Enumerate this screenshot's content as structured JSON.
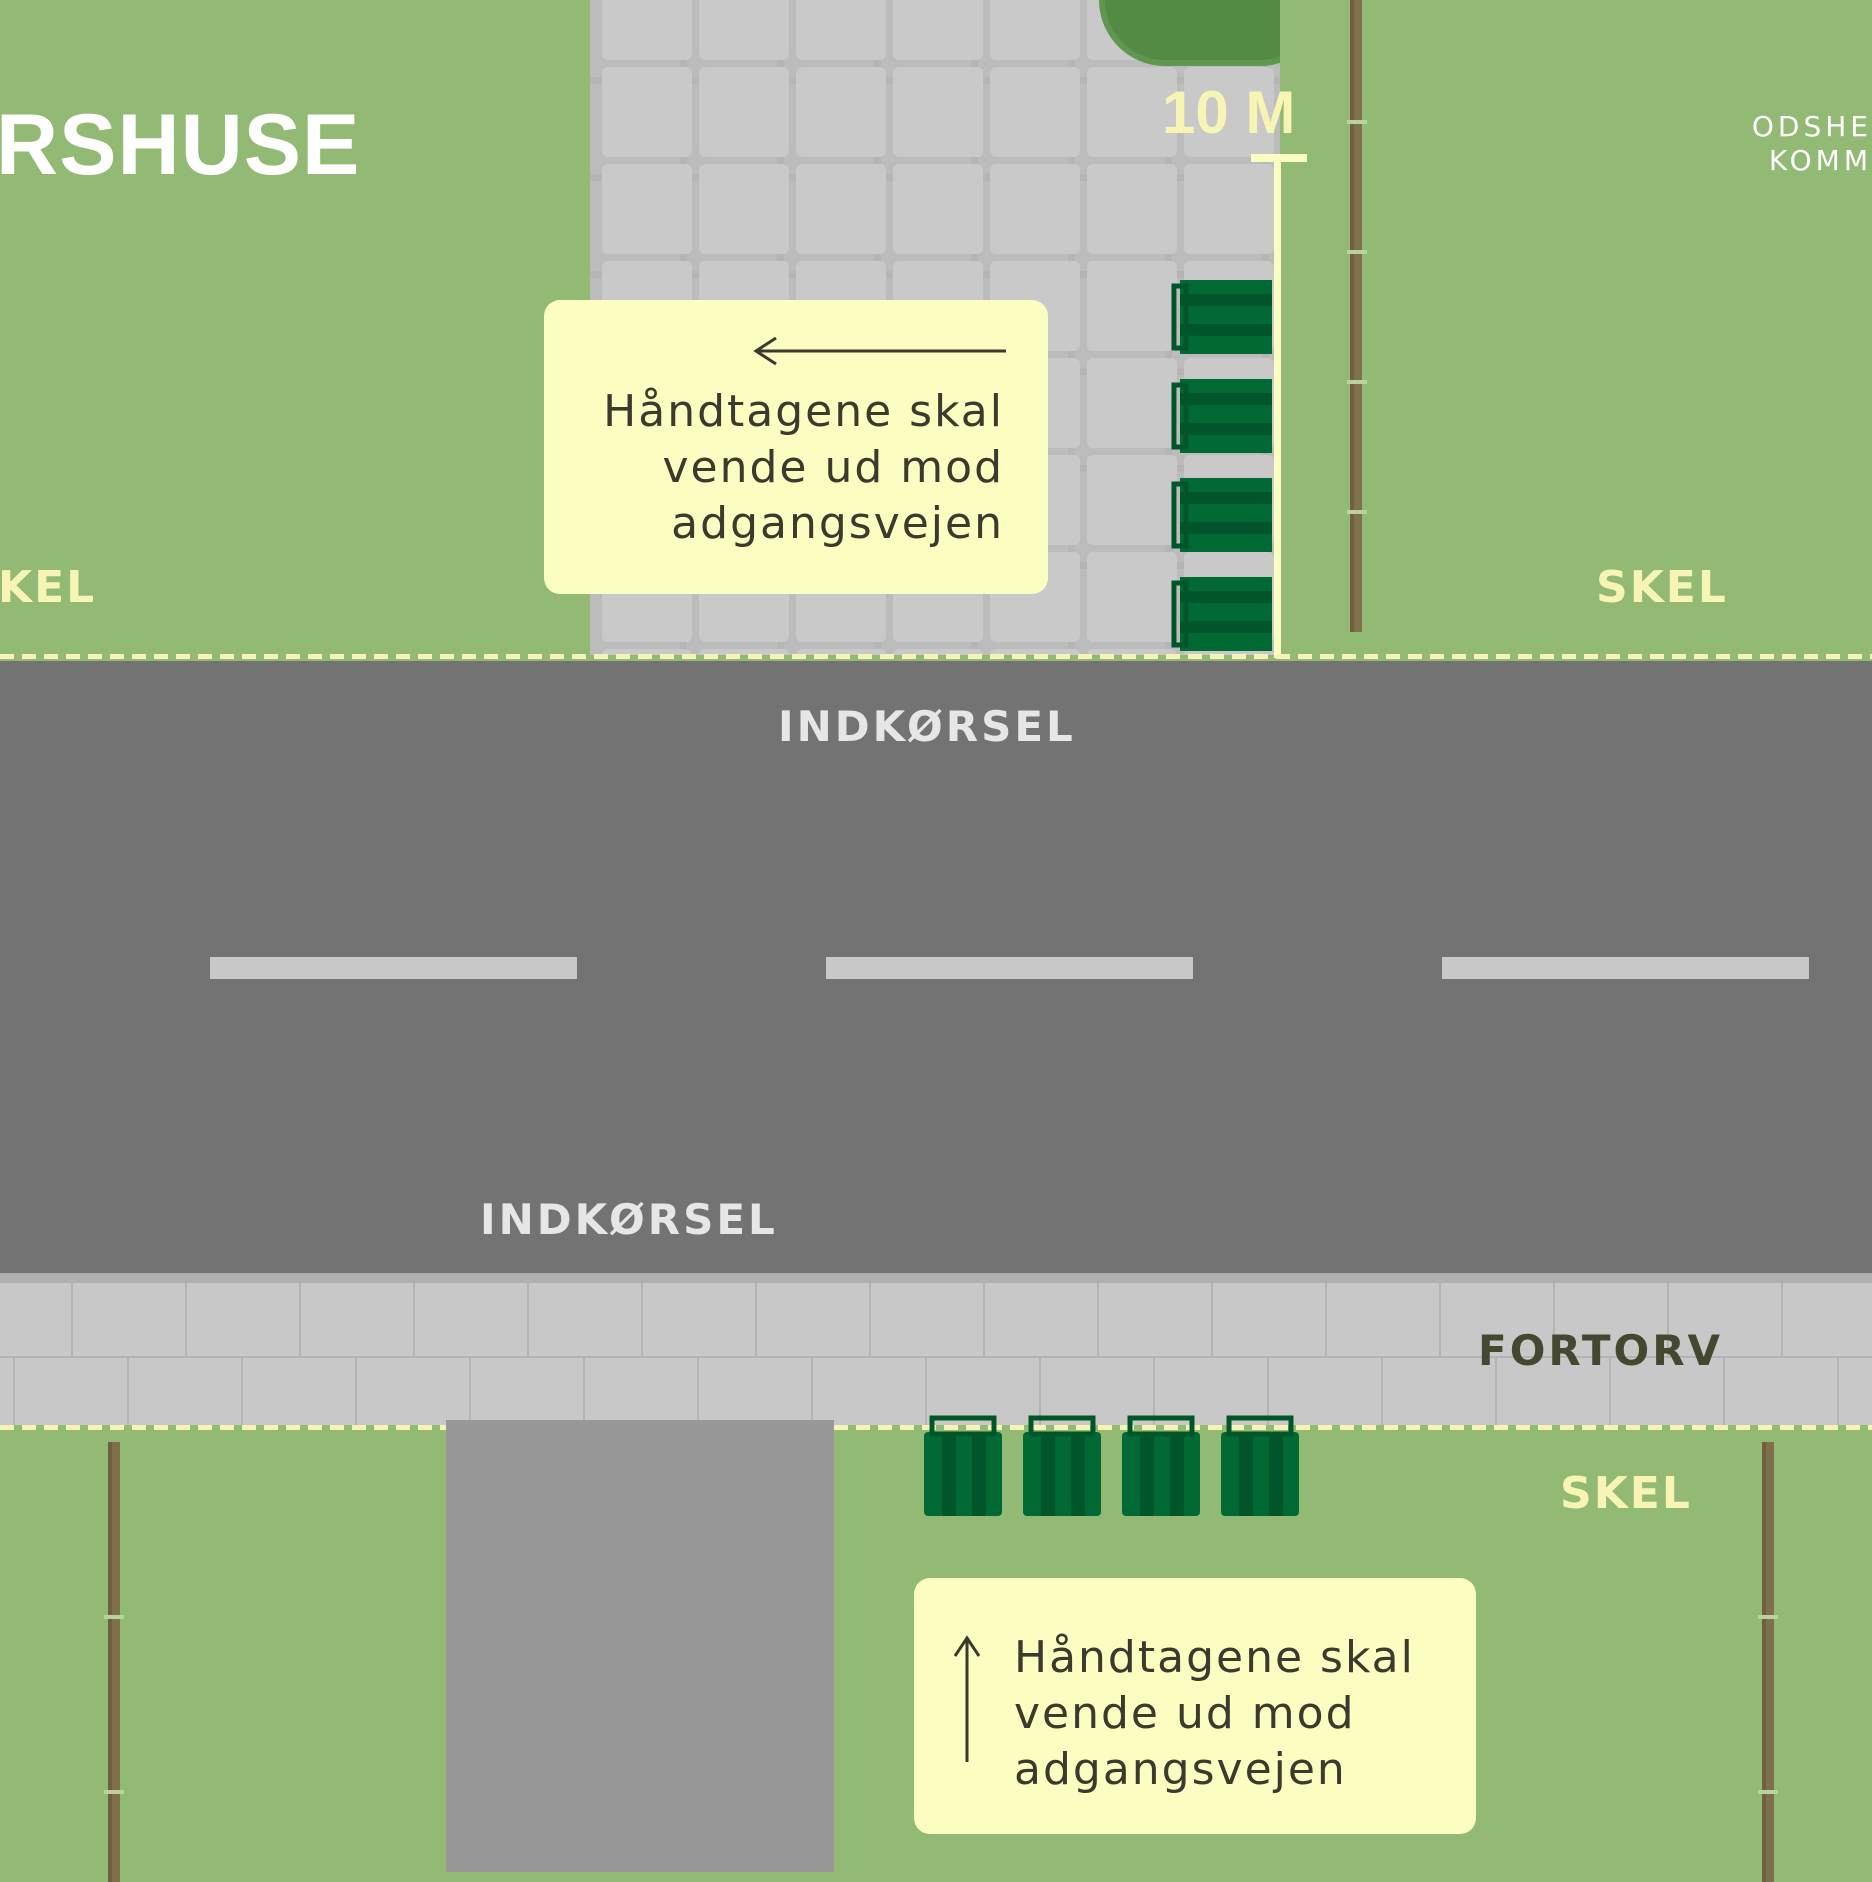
{
  "labels": {
    "house_title": "RSHUSE",
    "municipality_line1": "ODSHE",
    "municipality_line2": "KOMM",
    "measure": "10 M",
    "skel_left": "KEL",
    "skel_right": "SKEL",
    "skel_bottom": "SKEL",
    "driveway_top": "INDKØRSEL",
    "driveway_bottom": "INDKØRSEL",
    "sidewalk": "FORTORV"
  },
  "notes": {
    "top": [
      "Håndtagene skal",
      "vende ud mod",
      "adgangsvejen"
    ],
    "bottom": [
      "Håndtagene skal",
      "vende ud mod",
      "adgangsvejen"
    ]
  },
  "colors": {
    "lawn": "#93ba75",
    "road": "#737373",
    "pavement": "#c8c8c8",
    "bin": "#006934",
    "note_bg": "#fbfdc1",
    "boundary": "#f7f3b4"
  },
  "icons": {
    "top_arrow": "arrow-left-icon",
    "bottom_arrow": "arrow-up-icon",
    "bin": "wheelie-bin-icon"
  }
}
